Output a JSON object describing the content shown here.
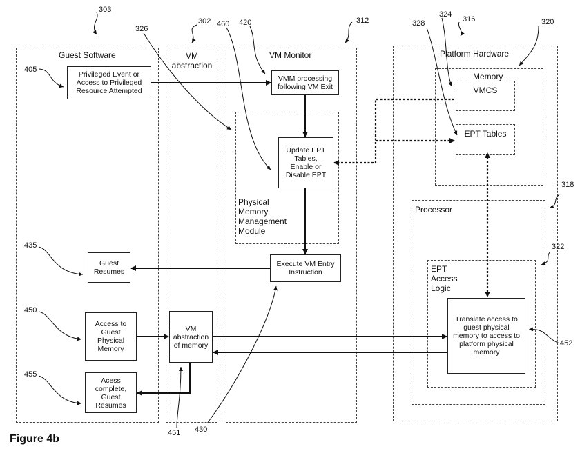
{
  "regions": {
    "guest_software": "Guest Software",
    "vm_abstraction": "VM\nabstraction",
    "vm_monitor": "VM Monitor",
    "platform_hardware": "Platform Hardware",
    "memory": "Memory",
    "processor": "Processor",
    "pmm_module": "Physical\nMemory\nManagement\nModule",
    "ept_access_logic": "EPT\nAccess\nLogic"
  },
  "boxes": {
    "privileged_event": "Privileged Event or\nAccess to Privileged\nResource Attempted",
    "vmm_processing": "VMM processing\nfollowing VM Exit",
    "update_ept": "Update EPT\nTables,\nEnable or\nDisable EPT",
    "execute_vm_entry": "Execute VM Entry\nInstruction",
    "guest_resumes": "Guest\nResumes",
    "access_guest_mem": "Access to\nGuest\nPhysical\nMemory",
    "vm_abstraction_memory": "VM\nabstraction\nof memory",
    "access_complete": "Acess\ncomplete,\nGuest\nResumes",
    "vmcs": "VMCS",
    "ept_tables": "EPT Tables",
    "translate": "Translate access to\nguest physical\nmemory to access to\nplatform physical\nmemory"
  },
  "refs": {
    "r303": "303",
    "r326": "326",
    "r302": "302",
    "r460": "460",
    "r420": "420",
    "r312": "312",
    "r328": "328",
    "r324": "324",
    "r316": "316",
    "r320": "320",
    "r405": "405",
    "r318": "318",
    "r322": "322",
    "r435": "435",
    "r450": "450",
    "r452": "452",
    "r455": "455",
    "r451": "451",
    "r430": "430"
  },
  "figure_label": "Figure 4b"
}
